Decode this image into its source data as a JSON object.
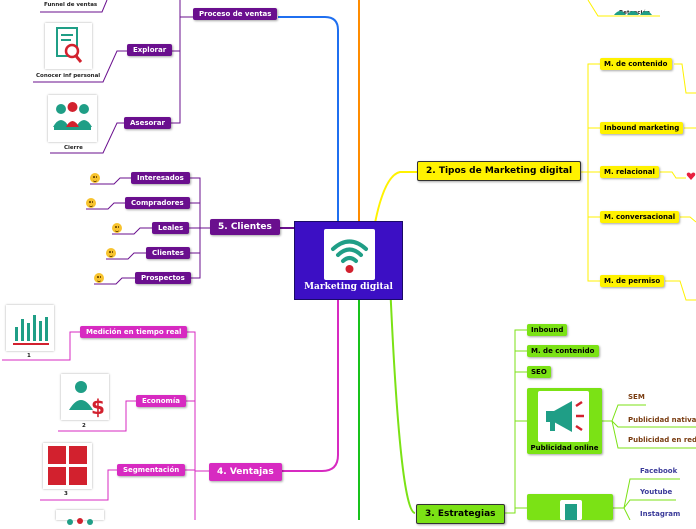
{
  "central": {
    "title": "Marketing digital",
    "icon": "wifi-icon",
    "color": "#3c0fc4"
  },
  "ventas": {
    "top_caption": "Funnel de ventas",
    "branch": "Proceso de ventas",
    "explorar": {
      "label": "Explorar",
      "caption": "Conocer inf personal",
      "icon": "search-document-icon"
    },
    "asesorar": {
      "label": "Asesorar",
      "caption": "Cierre",
      "icon": "people-meeting-icon"
    }
  },
  "clientes": {
    "title": "5. Clientes",
    "items": [
      "Interesados",
      "Compradores",
      "Leales",
      "Clientes",
      "Prospectos"
    ]
  },
  "ventajas": {
    "title": "4. Ventajas",
    "items": [
      {
        "label": "Medición en tiempo real",
        "caption": "1",
        "icon": "bar-chart-icon"
      },
      {
        "label": "Economía",
        "caption": "2",
        "icon": "money-person-icon"
      },
      {
        "label": "Segmentación",
        "caption": "3",
        "icon": "grid-squares-icon"
      }
    ]
  },
  "tipos": {
    "title": "2. Tipos de Marketing digital",
    "items": [
      "M. de contenido",
      "Inbound marketing",
      "M. relacional",
      "M. conversacional",
      "M. de permiso"
    ],
    "retencion_caption": "Retención"
  },
  "estrategias": {
    "title": "3. Estrategias",
    "items": [
      "Inbound",
      "M. de contenido",
      "SEO"
    ],
    "publicidad_online": {
      "label": "Publicidad online",
      "icon": "megaphone-icon",
      "items": [
        "SEM",
        "Publicidad nativa",
        "Publicidad en red"
      ]
    },
    "redes": [
      "Facebook",
      "Youtube",
      "Instagram"
    ]
  },
  "colors": {
    "clientes": "#6a0f8e",
    "ventajas": "#d72ac1",
    "tipos": "#fff200",
    "estrategias": "#7be215",
    "ventas": "#6a0f8e"
  }
}
